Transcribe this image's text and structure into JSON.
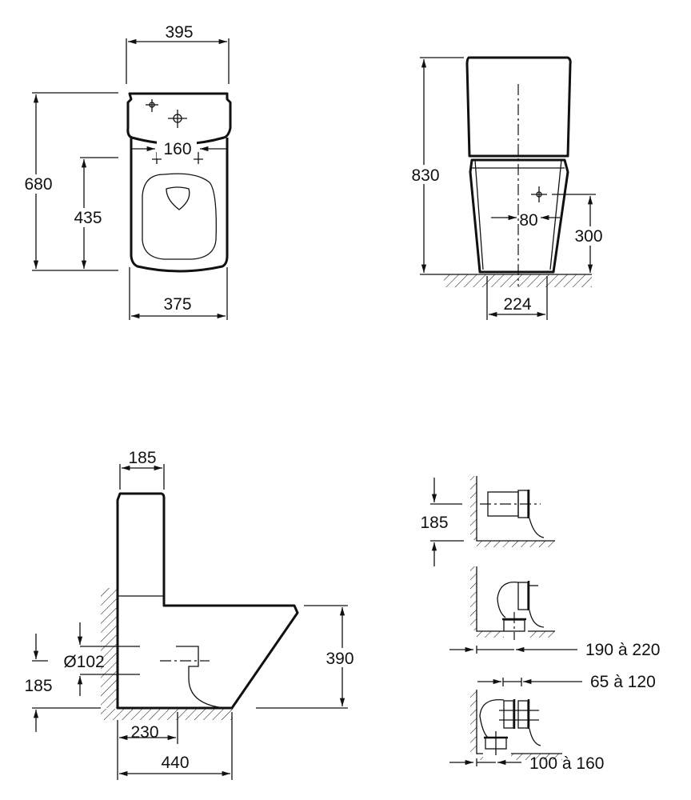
{
  "top_view": {
    "width_tank": "395",
    "depth_total": "680",
    "seat_depth": "435",
    "fixing_spacing": "160",
    "width_base": "375"
  },
  "front_view": {
    "height_total": "830",
    "outlet_height": "300",
    "outlet_offset": "80",
    "foot_width": "224"
  },
  "side_view": {
    "tank_depth": "185",
    "pipe_diameter": "Ø102",
    "outlet_height": "185",
    "bowl_height": "390",
    "outlet_distance": "230",
    "total_depth": "440"
  },
  "connection_options": {
    "horizontal_height": "185",
    "floor_range": "190 à 220",
    "offset_range": "65 à 120",
    "floor_range_2": "100 à 160"
  },
  "colors": {
    "line": "#111111",
    "background": "#ffffff"
  }
}
